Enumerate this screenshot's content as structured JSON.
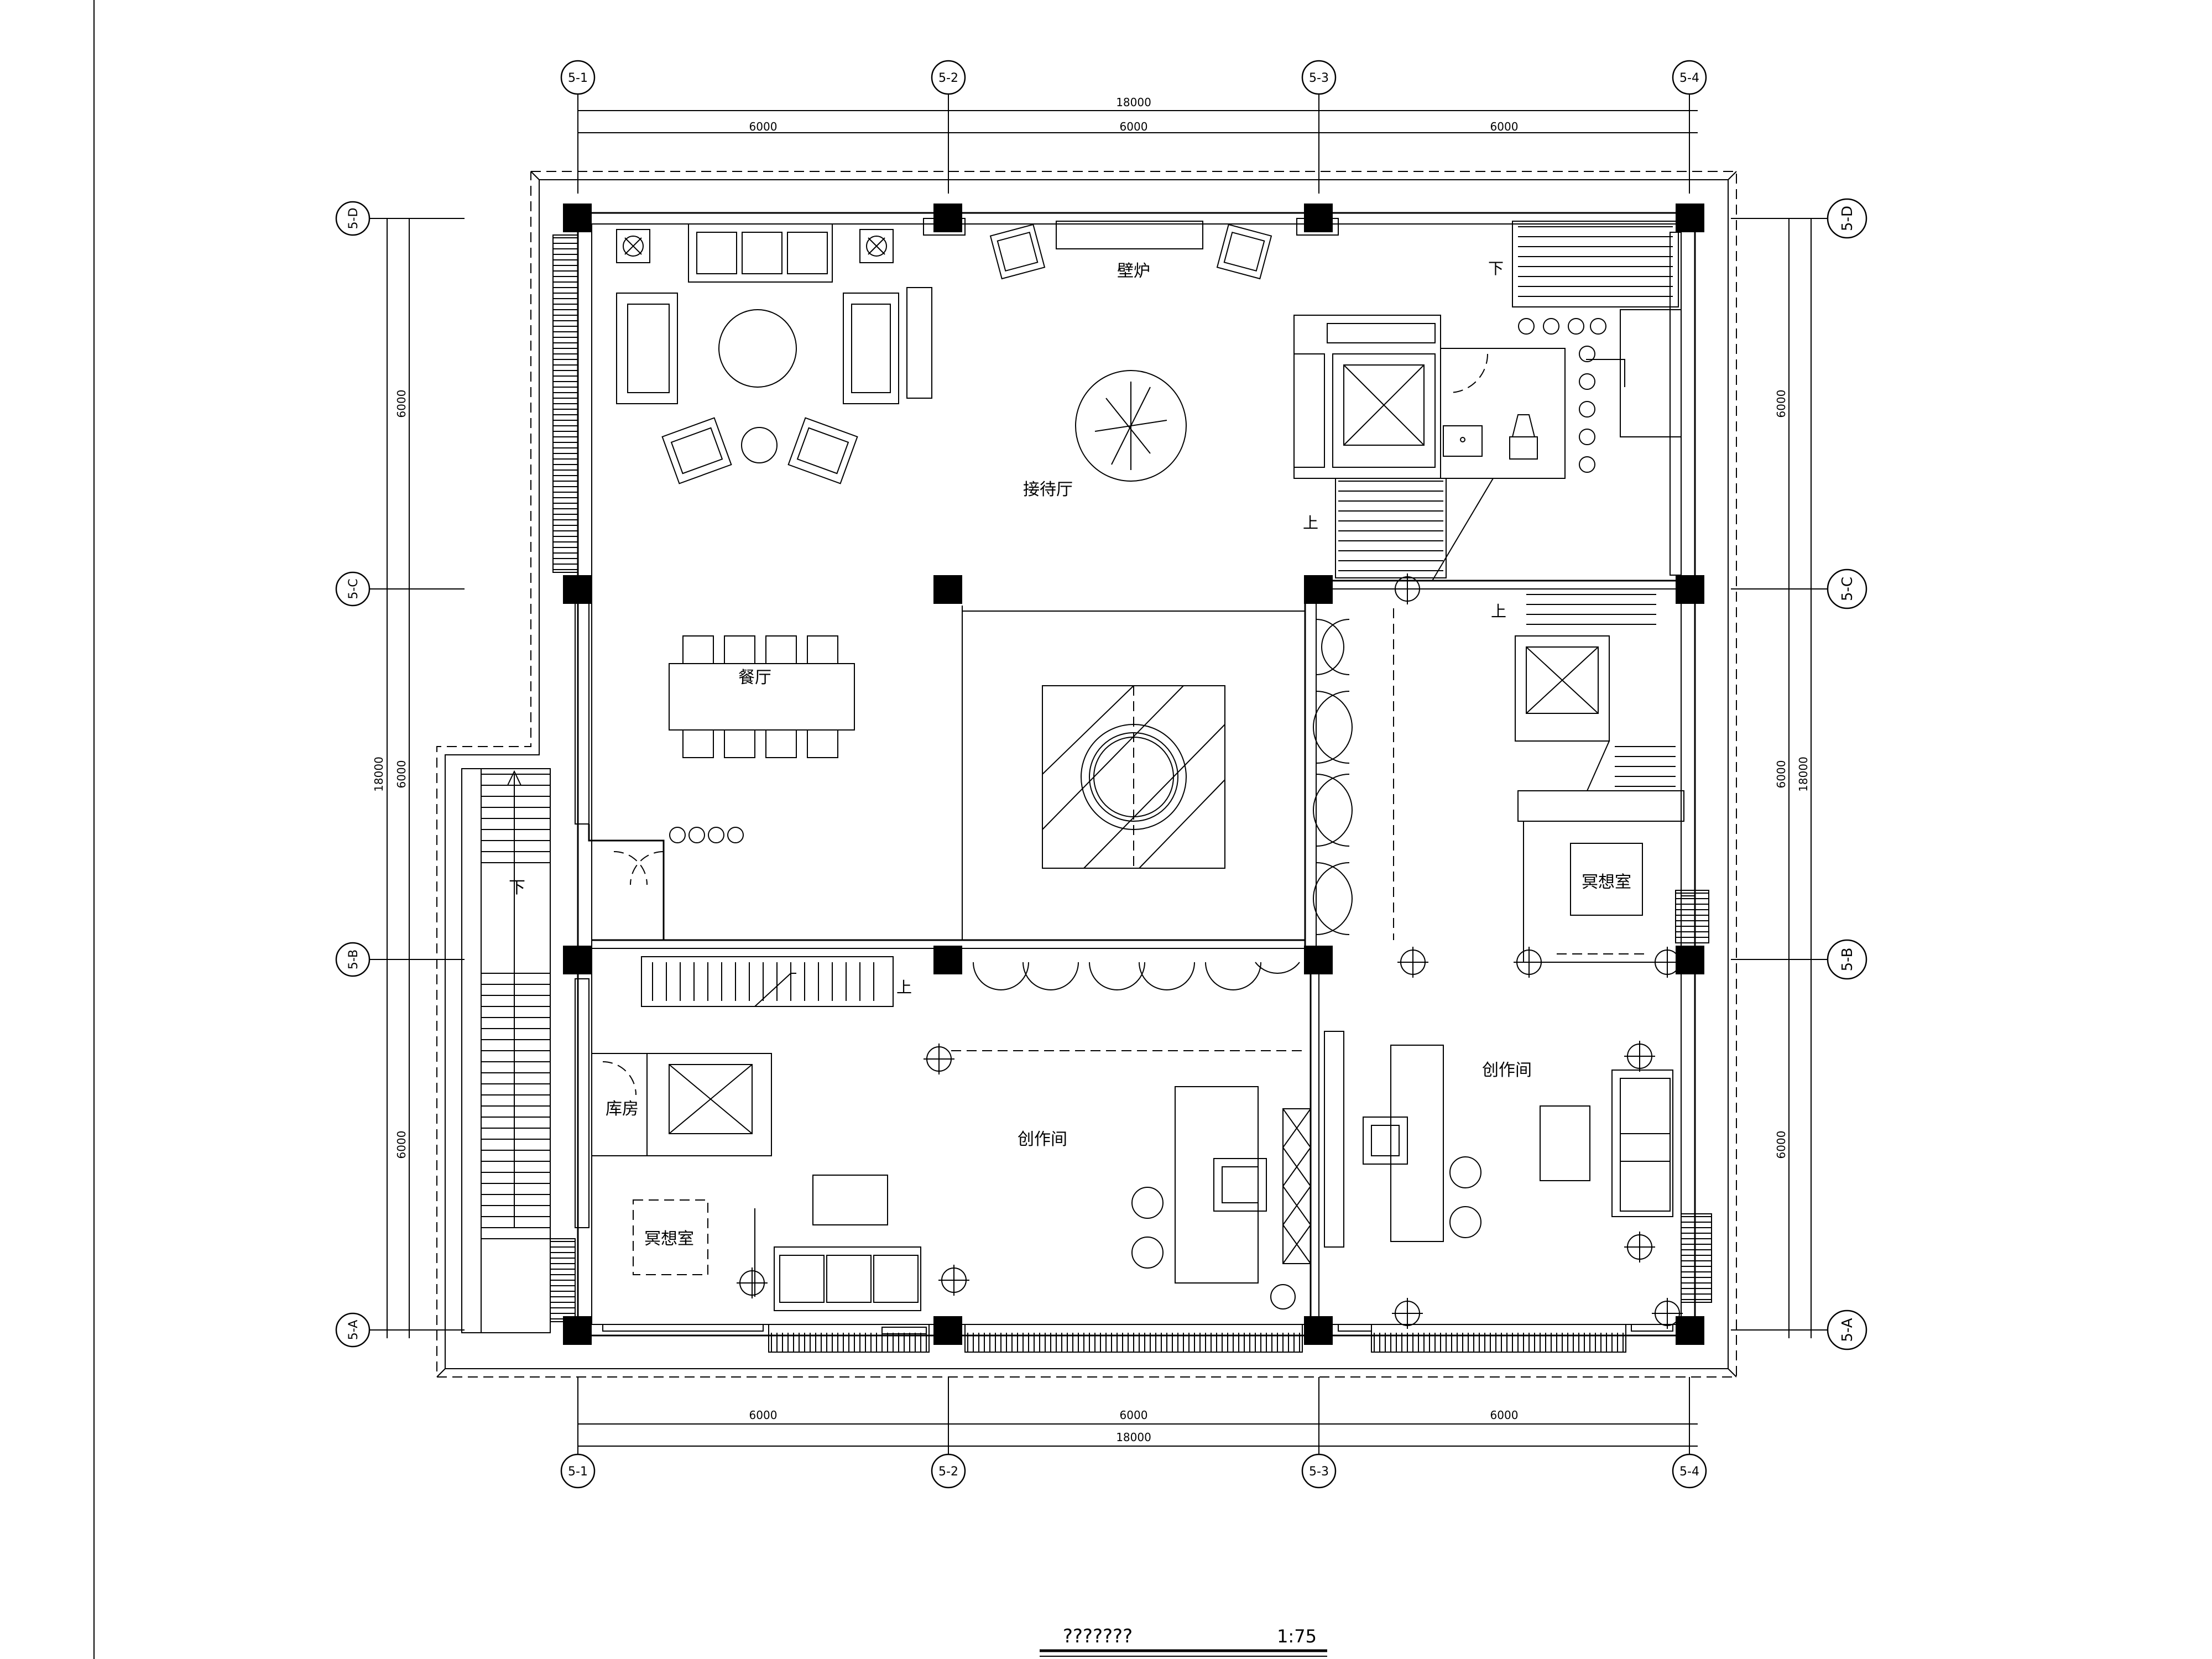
{
  "drawing": {
    "title_text": "???????",
    "scale": "1:75"
  },
  "grid_axes": {
    "columns": [
      "5-1",
      "5-2",
      "5-3",
      "5-4"
    ],
    "rows": [
      "5-D",
      "5-C",
      "5-B",
      "5-A"
    ]
  },
  "dimensions": {
    "top_total": "18000",
    "top_spans": [
      "6000",
      "6000",
      "6000"
    ],
    "bottom_total": "18000",
    "bottom_spans": [
      "6000",
      "6000",
      "6000"
    ],
    "left_total": "18000",
    "left_spans": [
      "6000",
      "6000",
      "6000"
    ],
    "right_total": "18000",
    "right_spans": [
      "6000",
      "6000",
      "6000"
    ]
  },
  "rooms": {
    "fireplace": "壁炉",
    "reception_hall": "接待厅",
    "dining_hall": "餐厅",
    "meditation_room_east": "冥想室",
    "studio_south": "创作间",
    "studio_southeast": "创作间",
    "storage": "库房",
    "meditation_room_south": "冥想室"
  },
  "stair_labels": {
    "down_ne": "下",
    "up_ne": "上",
    "up_e": "上",
    "down_w": "下",
    "up_s": "上"
  }
}
